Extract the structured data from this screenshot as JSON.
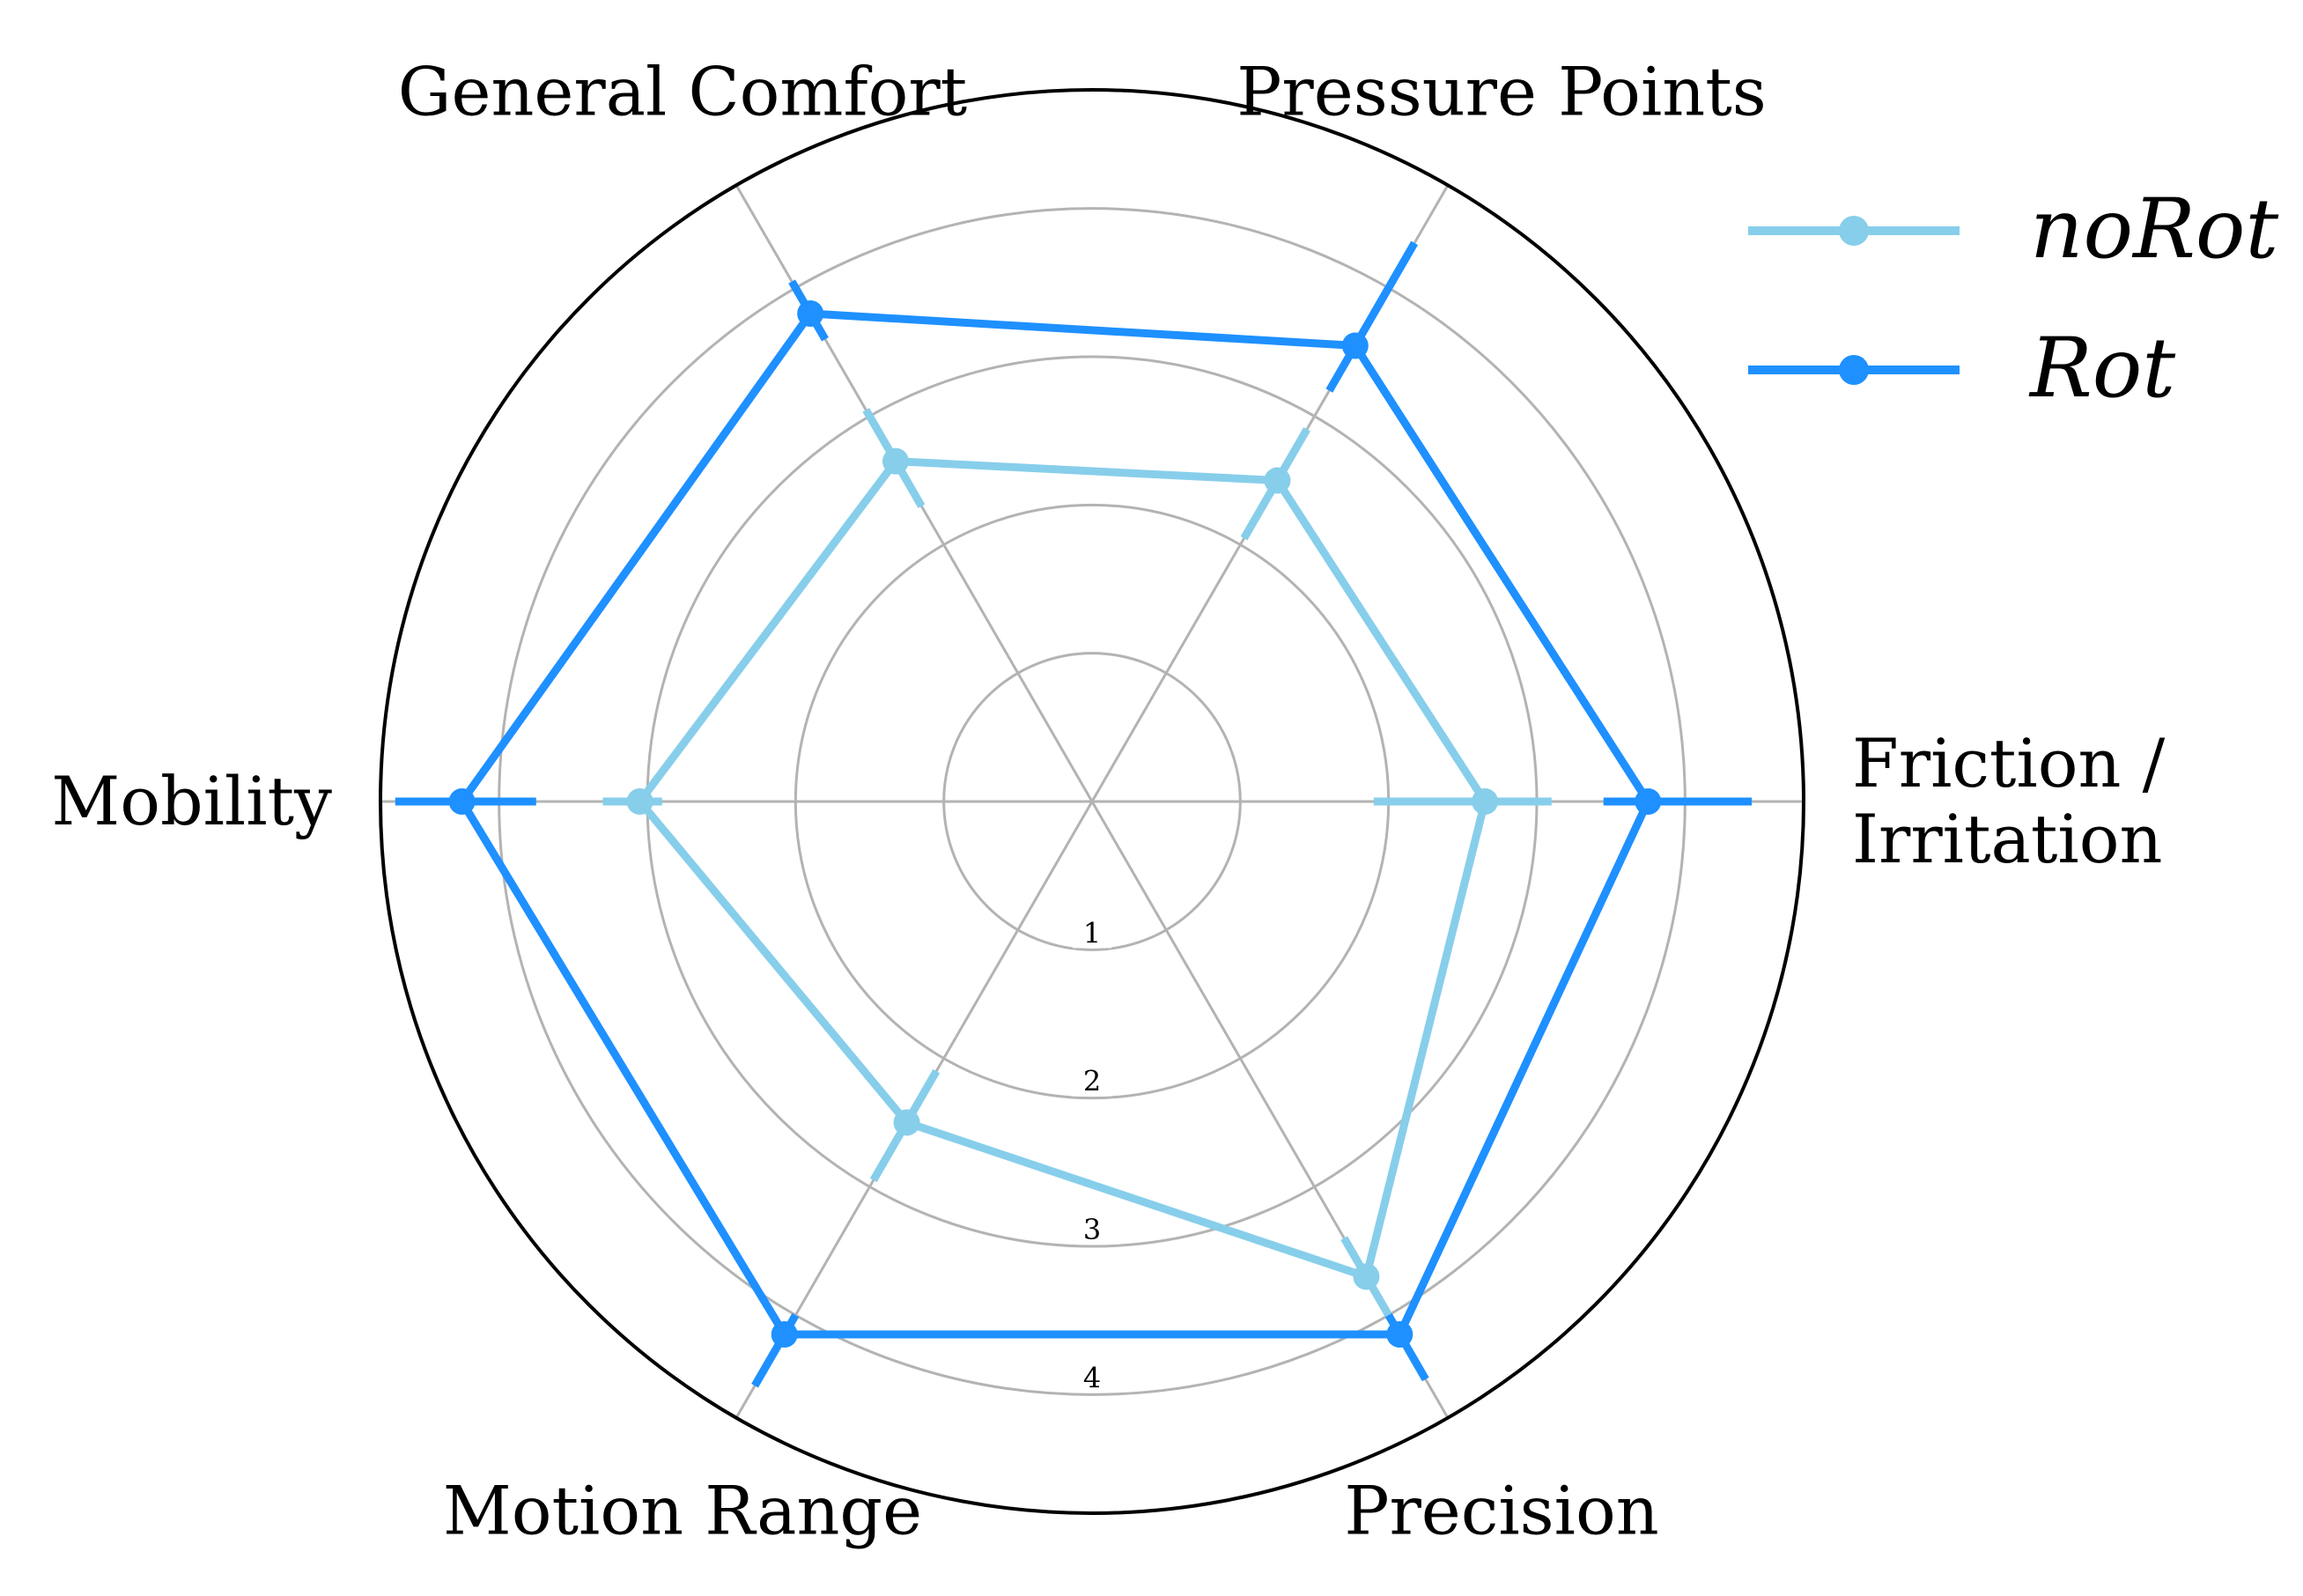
{
  "chart_data": {
    "type": "radar",
    "axes": [
      "General Comfort",
      "Pressure Points",
      "Friction /\nIrritation",
      "Precision",
      "Motion Range",
      "Mobility"
    ],
    "rlim": [
      0,
      4.8
    ],
    "r_ticks": [
      1,
      2,
      3,
      4
    ],
    "r_tick_labels": [
      "1",
      "2",
      "3",
      "4"
    ],
    "grid": true,
    "legend_position": "top-right",
    "series": [
      {
        "name": "noRot",
        "color": "#87ceeb",
        "values": [
          2.65,
          2.5,
          2.65,
          3.7,
          2.5,
          3.05
        ],
        "error_low": [
          2.3,
          2.05,
          1.9,
          3.4,
          2.1,
          2.9
        ],
        "error_high": [
          3.05,
          2.9,
          3.1,
          4.0,
          2.95,
          3.3
        ]
      },
      {
        "name": "Rot",
        "color": "#1e90ff",
        "values": [
          3.8,
          3.55,
          3.75,
          4.15,
          4.15,
          4.25
        ],
        "error_low": [
          3.6,
          3.2,
          3.45,
          4.0,
          4.0,
          3.75
        ],
        "error_high": [
          4.05,
          4.35,
          4.45,
          4.5,
          4.55,
          4.7
        ]
      }
    ]
  }
}
